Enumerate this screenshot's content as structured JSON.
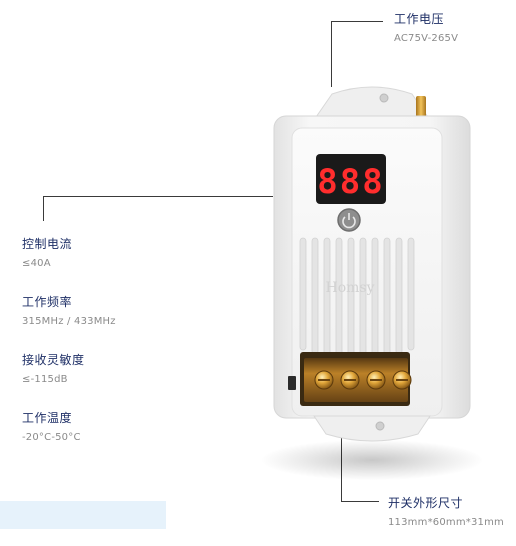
{
  "specs": {
    "voltage": {
      "title": "工作电压",
      "value": "AC75V-265V"
    },
    "current": {
      "title": "控制电流",
      "value": "≤40A"
    },
    "frequency": {
      "title": "工作频率",
      "value": "315MHz / 433MHz"
    },
    "sensitivity": {
      "title": "接收灵敏度",
      "value": "≤-115dB"
    },
    "temperature": {
      "title": "工作温度",
      "value": "-20°C-50°C"
    },
    "dimensions": {
      "title": "开关外形尺寸",
      "value": "113mm*60mm*31mm"
    }
  },
  "device": {
    "display": "888",
    "brand": "Homsy"
  },
  "colors": {
    "title": "#1e2f66",
    "value": "#8a8a8a",
    "housing": "#f4f4f4",
    "display_bg": "#1a1a1a",
    "segment": "#ff2d2d",
    "terminal": "#d99a2b",
    "band": "#e6f2fb"
  }
}
